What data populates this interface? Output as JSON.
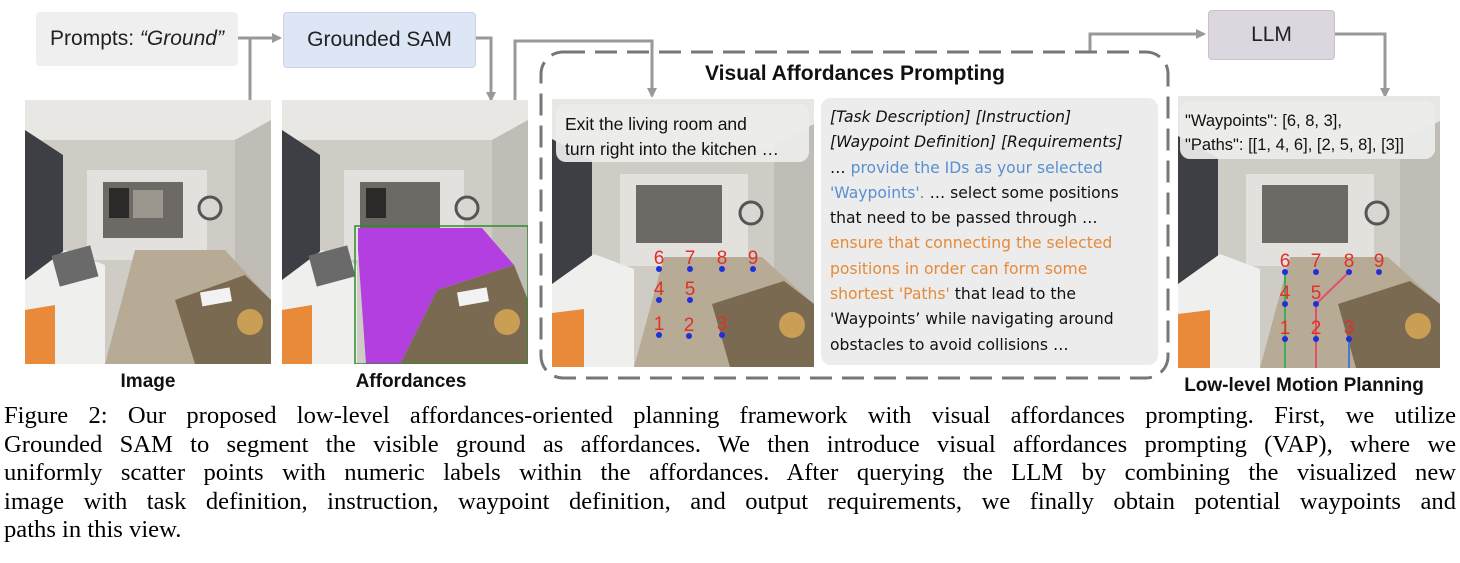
{
  "prompt_box": {
    "prefix": "Prompts: ",
    "value": "“Ground”"
  },
  "sam_box": {
    "label": "Grounded SAM"
  },
  "llm_box": {
    "label": "LLM"
  },
  "vap_title": "Visual Affordances Prompting",
  "instruction_bubble": {
    "line1": "Exit the living room and",
    "line2": "turn right into the kitchen …"
  },
  "prompt_text": {
    "line1": "[Task Description] [Instruction]",
    "line2": "[Waypoint Definition] [Requirements]",
    "line3_a": "… ",
    "line3_b": "provide the IDs as your selected",
    "line4_b": "'Waypoints'.",
    "line4_c": " … select some positions",
    "line5": "that need to be passed through …",
    "line6": "ensure that connecting the selected",
    "line7": "positions in order can form some",
    "line8_a": "shortest 'Paths'",
    "line8_b": " that lead to the",
    "line9": "'Waypoints’ while navigating around",
    "line10": "obstacles to avoid collisions …"
  },
  "output_bubble": {
    "line1": "\"Waypoints\": [6, 8, 3],",
    "line2": "\"Paths\": [[1, 4, 6], [2, 5, 8], [3]]"
  },
  "captions": {
    "image": "Image",
    "affordances": "Affordances",
    "motion": "Low-level Motion Planning"
  },
  "point_labels": [
    "1",
    "2",
    "3",
    "4",
    "5",
    "6",
    "7",
    "8",
    "9"
  ],
  "colors": {
    "affordance_mask": "#b43fe0",
    "label_red": "#e0302a",
    "point_blue": "#2030d8",
    "prompt_blue": "#5b8fd0",
    "prompt_orange": "#e58a3a",
    "sam_box": "#dde6f5",
    "llm_box": "#dcd6de",
    "prompt_box": "#efefef",
    "arrow": "#999999"
  },
  "figure_caption": {
    "line1": "Figure 2: Our proposed low-level affordances-oriented planning framework with visual affordances prompting. First, we utilize",
    "line2": "Grounded SAM to segment the visible ground as affordances. We then introduce visual affordances prompting (VAP), where we",
    "line3": "uniformly scatter points with numeric labels within the affordances. After querying the LLM by combining the visualized new",
    "line4": "image with task definition, instruction, waypoint definition, and output requirements, we finally obtain potential waypoints and",
    "line5": "paths in this view."
  }
}
